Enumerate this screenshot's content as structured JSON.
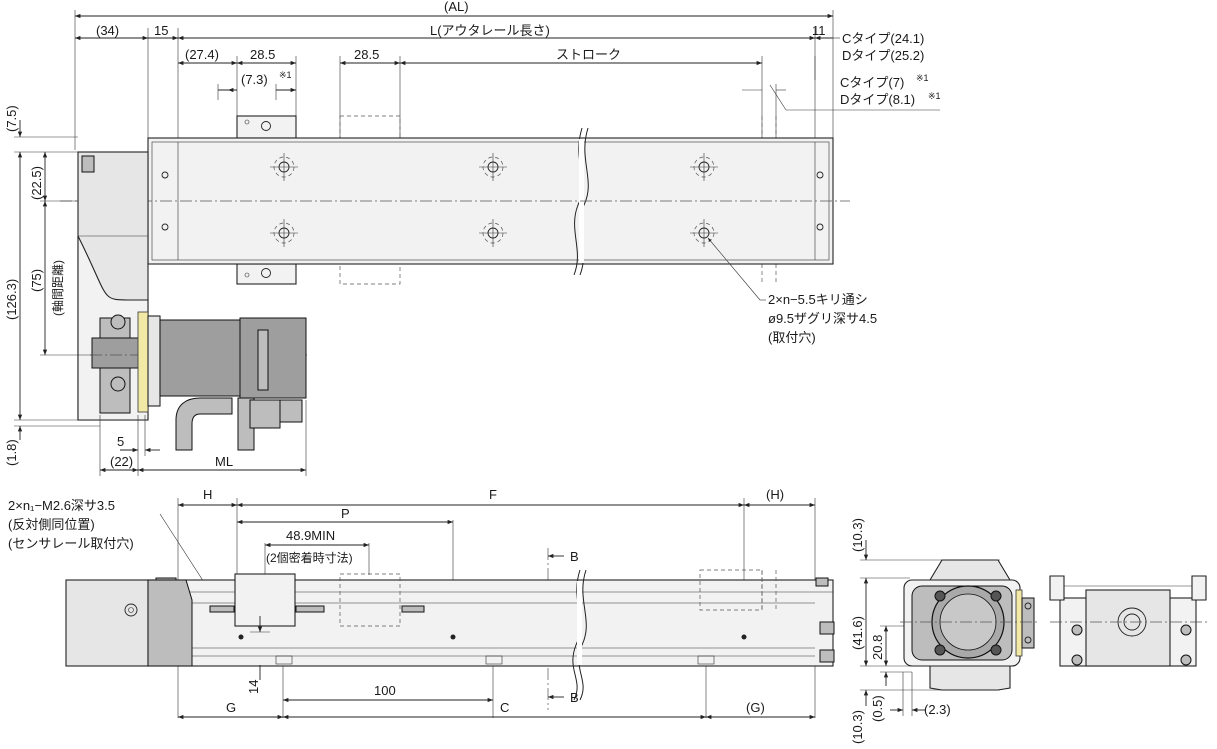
{
  "top_view": {
    "dims": {
      "AL": "(AL)",
      "d34": "(34)",
      "d15": "15",
      "L": "L(アウタレール長さ)",
      "d11": "11",
      "c_type_a": "Cタイプ(24.1)",
      "d_type_a": "Dタイプ(25.2)",
      "d27_4": "(27.4)",
      "d28_5a": "28.5",
      "d28_5b": "28.5",
      "stroke": "ストローク",
      "d7_3": "(7.3)",
      "note1": "※1",
      "c_type_b": "Cタイプ(7)",
      "d_type_b": "Dタイプ(8.1)",
      "note_c": "※1",
      "note_d": "※1",
      "v7_5": "(7.5)",
      "v22_5": "(22.5)",
      "v126_3": "(126.3)",
      "v75": "(75)",
      "axis_dist": "(軸間距離)",
      "v1_8": "(1.8)",
      "d5": "5",
      "d22": "(22)",
      "ML": "ML"
    },
    "hole_note": {
      "line1": "2×n−5.5キリ通シ",
      "line2": "ø9.5ザグリ深サ4.5",
      "line3": "(取付穴)"
    }
  },
  "front_view": {
    "dims": {
      "H": "H",
      "F": "F",
      "H_ref": "(H)",
      "P": "P",
      "min": "48.9MIN",
      "contact": "(2個密着時寸法)",
      "B_top": "B",
      "B_bottom": "B",
      "d100": "100",
      "d14": "14",
      "G": "G",
      "C": "C",
      "G_ref": "(G)"
    },
    "thread_note": {
      "line1": "2×n₁−M2.6深サ3.5",
      "line2": "(反対側同位置)",
      "line3": "(センサレール取付穴)"
    }
  },
  "end_view": {
    "dims": {
      "v10_3a": "(10.3)",
      "v41_6": "(41.6)",
      "v20_8": "20.8",
      "v0_5": "(0.5)",
      "v10_3b": "(10.3)",
      "d2_3": "(2.3)"
    }
  },
  "colors": {
    "line": "#222222",
    "body_fill": "#f2f2f2",
    "motor_fill": "#9e9e9e",
    "adapter_fill": "#f3e9a6"
  }
}
